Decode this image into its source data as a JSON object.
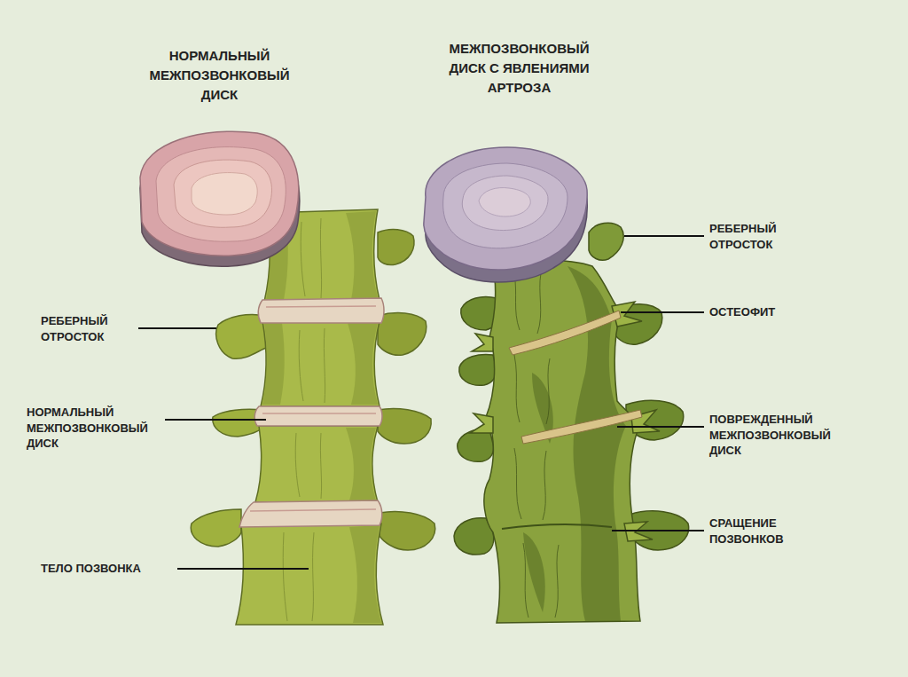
{
  "diagram": {
    "labels": [
      "НОРМАЛЬНЫЙ МЕЖПОЗВОНКОВЫЙ ДИСК",
      "МЕЖПОЗВОНКОВЫЙ ДИСК С ЯВЛЕНИЯМИ АРТРОЗА",
      "РЕБЕРНЫЙ ОТРОСТОК",
      "НОРМАЛЬНЫЙ МЕЖПОЗВОНКОВЫЙ ДИСК",
      "ТЕЛО ПОЗВОНКА",
      "РЕБЕРНЫЙ ОТРОСТОК",
      "ОСТЕОФИТ",
      "ПОВРЕЖДЕННЫЙ МЕЖПОЗВОНКОВЫЙ ДИСК",
      "СРАЩЕНИЕ ПОЗВОНКОВ"
    ]
  }
}
